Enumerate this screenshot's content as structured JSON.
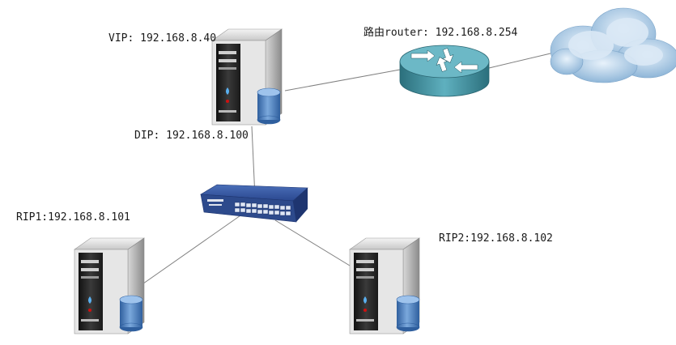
{
  "nodes": {
    "lvs_director": {
      "vip_label": "VIP: 192.168.8.40",
      "dip_label": "DIP: 192.168.8.100",
      "icon": "server-icon"
    },
    "router": {
      "label": "路由router: 192.168.8.254",
      "icon": "router-icon"
    },
    "internet": {
      "icon": "cloud-icon"
    },
    "switch": {
      "icon": "switch-icon"
    },
    "real_server_1": {
      "label": "RIP1:192.168.8.101",
      "icon": "server-icon"
    },
    "real_server_2": {
      "label": "RIP2:192.168.8.102",
      "icon": "server-icon"
    }
  },
  "connections": [
    {
      "from": "lvs_director",
      "to": "router"
    },
    {
      "from": "router",
      "to": "internet"
    },
    {
      "from": "lvs_director",
      "to": "switch"
    },
    {
      "from": "switch",
      "to": "real_server_1"
    },
    {
      "from": "switch",
      "to": "real_server_2"
    }
  ],
  "colors": {
    "line": "#808080",
    "server_front": "#2a2a2a",
    "server_side": "#b8b8b8",
    "disk": "#4a7fc1",
    "router_body": "#3f8f9e",
    "switch_body": "#2d4a8c",
    "cloud": "#9fc3e0"
  }
}
